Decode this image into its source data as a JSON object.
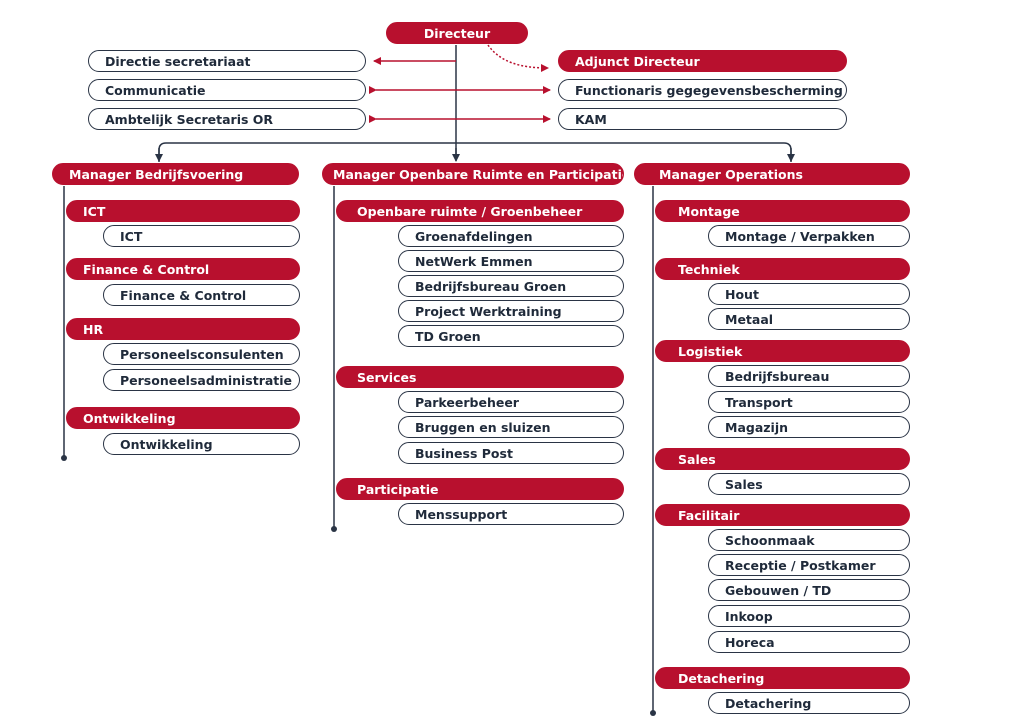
{
  "accent": "#b8102e",
  "line_color": "#2a3445",
  "director": "Directeur",
  "staff_left": [
    "Directie secretariaat",
    "Communicatie",
    "Ambtelijk Secretaris OR"
  ],
  "staff_right": [
    "Adjunct Directeur",
    "Functionaris gegegevensbescherming",
    "KAM"
  ],
  "managers": [
    {
      "title": "Manager Bedrijfsvoering",
      "departments": [
        {
          "name": "ICT",
          "teams": [
            "ICT"
          ]
        },
        {
          "name": "Finance & Control",
          "teams": [
            "Finance & Control"
          ]
        },
        {
          "name": "HR",
          "teams": [
            "Personeelsconsulenten",
            "Personeelsadministratie"
          ]
        },
        {
          "name": "Ontwikkeling",
          "teams": [
            "Ontwikkeling"
          ]
        }
      ]
    },
    {
      "title": "Manager Openbare Ruimte en Participatie",
      "departments": [
        {
          "name": "Openbare ruimte / Groenbeheer",
          "teams": [
            "Groenafdelingen",
            "NetWerk Emmen",
            "Bedrijfsbureau Groen",
            "Project Werktraining",
            "TD Groen"
          ]
        },
        {
          "name": "Services",
          "teams": [
            "Parkeerbeheer",
            "Bruggen en sluizen",
            "Business Post"
          ]
        },
        {
          "name": "Participatie",
          "teams": [
            "Menssupport"
          ]
        }
      ]
    },
    {
      "title": "Manager Operations",
      "departments": [
        {
          "name": "Montage",
          "teams": [
            "Montage / Verpakken"
          ]
        },
        {
          "name": "Techniek",
          "teams": [
            "Hout",
            "Metaal"
          ]
        },
        {
          "name": "Logistiek",
          "teams": [
            "Bedrijfsbureau",
            "Transport",
            "Magazijn"
          ]
        },
        {
          "name": "Sales",
          "teams": [
            "Sales"
          ]
        },
        {
          "name": "Facilitair",
          "teams": [
            "Schoonmaak",
            "Receptie / Postkamer",
            "Gebouwen / TD",
            "Inkoop",
            "Horeca"
          ]
        },
        {
          "name": "Detachering",
          "teams": [
            "Detachering"
          ]
        }
      ]
    }
  ]
}
